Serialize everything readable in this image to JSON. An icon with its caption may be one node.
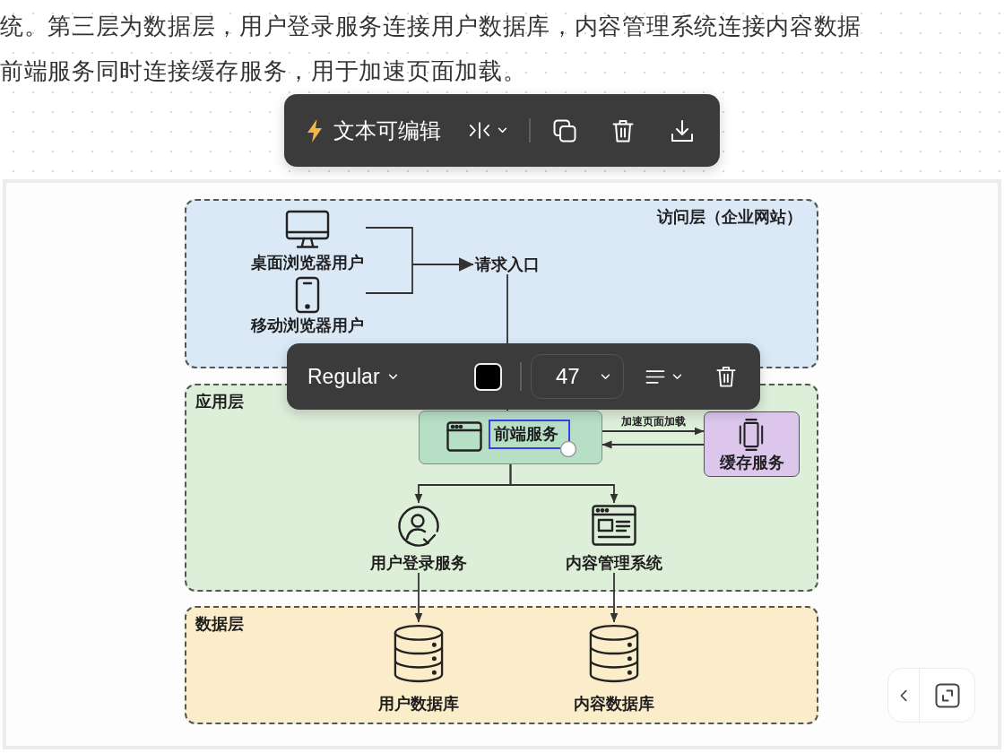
{
  "diagram": {
    "nodes": [
      {
        "text": [
          "访问层（企业网站）"
        ]
      },
      {
        "text": [
          "桌面浏览器用户"
        ],
        "in": 0
      },
      {
        "text": [
          "移动浏览器用户"
        ],
        "in": 0
      },
      {
        "text": [
          "请求入口"
        ],
        "in": 0
      },
      {
        "text": [
          "应用层"
        ]
      },
      {
        "text": [
          "前端服务"
        ],
        "in": 4
      },
      {
        "text": [
          "缓存服务"
        ],
        "in": 4
      },
      {
        "text": [
          "用户登录服务"
        ],
        "in": 4
      },
      {
        "text": [
          "内容管理系统"
        ],
        "in": 4
      },
      {
        "text": [
          "数据层"
        ]
      },
      {
        "text": [
          "用户数据库"
        ],
        "in": 9
      },
      {
        "text": [
          "内容数据库"
        ],
        "in": 9
      }
    ],
    "edges": [
      {
        "from": 1,
        "to": 3,
        "arrow": "to"
      },
      {
        "from": 2,
        "to": 3,
        "arrow": "to"
      },
      {
        "from": 3,
        "to": 5,
        "arrow": "to"
      },
      {
        "from": 5,
        "to": 6,
        "arrow": "to",
        "label": "加速页面加载"
      },
      {
        "from": 6,
        "to": 5,
        "arrow": "to"
      },
      {
        "from": 5,
        "to": 7,
        "arrow": "to"
      },
      {
        "from": 5,
        "to": 8,
        "arrow": "to"
      },
      {
        "from": 7,
        "to": 10,
        "arrow": "to"
      },
      {
        "from": 8,
        "to": 11,
        "arrow": "to"
      }
    ],
    "labels": [
      "统。第三层为数据层，用户登录服务连接用户数据库，内容管理系统连接内容数据",
      "前端服务同时连接缓存服务，用于加速页面加载。",
      "文本可编辑",
      "Regular",
      "47"
    ]
  }
}
